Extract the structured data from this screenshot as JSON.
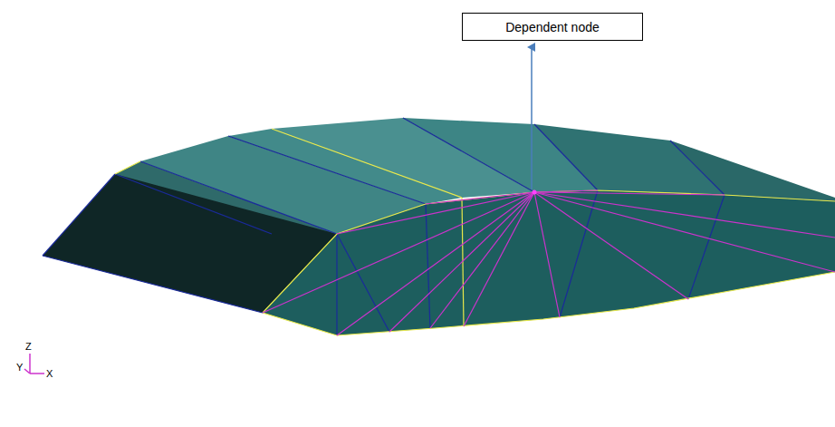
{
  "diagram": {
    "nodes": [
      {
        "text": [
          "Dependent node"
        ]
      }
    ],
    "labels": [
      "Z",
      "Y",
      "X"
    ]
  }
}
